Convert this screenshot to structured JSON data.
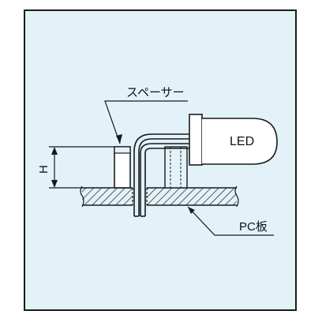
{
  "labels": {
    "spacer": "スペーサー",
    "led": "LED",
    "pcb": "PC板",
    "height": "H"
  },
  "colors": {
    "background": "#e2f2f8",
    "line": "#1a1a1a",
    "led_body": "#ffffff"
  }
}
